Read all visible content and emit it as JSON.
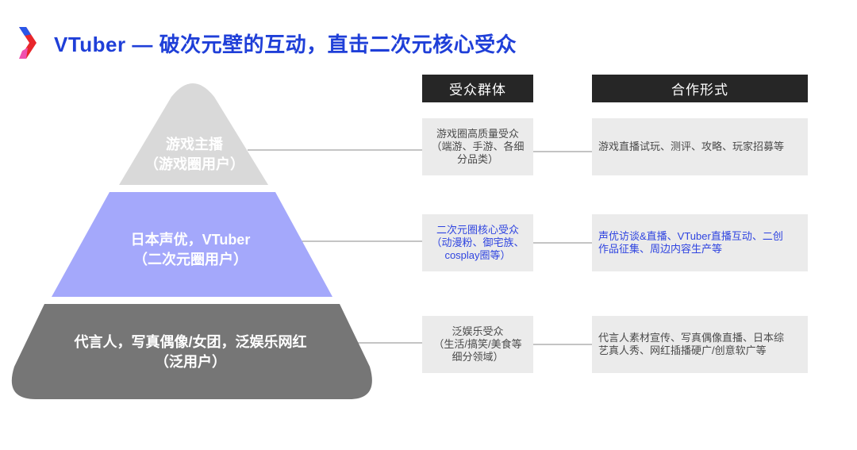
{
  "title": "VTuber — 破次元壁的互动，直击二次元核心受众",
  "headers": {
    "audience": "受众群体",
    "cooperation": "合作形式"
  },
  "colors": {
    "tier1": "#d9d9d9",
    "tier2": "#a4a8fb",
    "tier3": "#767676",
    "accent": "#1f3fd8",
    "highlight": "#2f44e0"
  },
  "tiers": [
    {
      "line1": "游戏主播",
      "line2": "（游戏圈用户）",
      "audience": [
        "游戏圈高质量受众",
        "（端游、手游、各细",
        "分品类）"
      ],
      "cooperation": [
        "游戏直播试玩、测评、攻略、玩家招募等"
      ]
    },
    {
      "line1": "日本声优，VTuber",
      "line2": "（二次元圈用户）",
      "audience": [
        "二次元圈核心受众",
        "（动漫粉、御宅族、",
        "cosplay圈等）"
      ],
      "cooperation": [
        "声优访谈&直播、VTuber直播互动、二创",
        "作品征集、周边内容生产等"
      ]
    },
    {
      "line1": "代言人，写真偶像/女团，泛娱乐网红",
      "line2": "（泛用户）",
      "audience": [
        "泛娱乐受众",
        "（生活/搞笑/美食等",
        "细分领域）"
      ],
      "cooperation": [
        "代言人素材宣传、写真偶像直播、日本综",
        "艺真人秀、网红插播硬广/创意软广等"
      ]
    }
  ]
}
